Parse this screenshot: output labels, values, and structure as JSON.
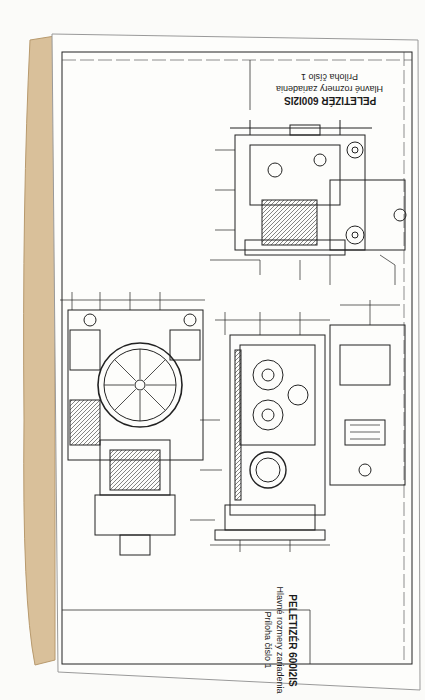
{
  "diagram": {
    "labels": [
      "PELETIZÉR 600I2IS",
      "Hlavné rozmery zariadenia",
      "Príloha číslo 1",
      "PELETIZÉR 600I2IS",
      "Hlavné rozmery zariadenia",
      "Príloha číslo 1"
    ]
  }
}
